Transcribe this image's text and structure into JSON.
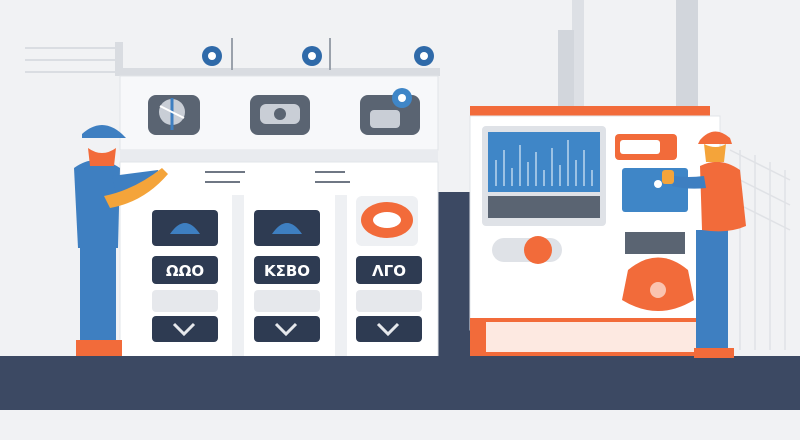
{
  "panel_labels": [
    "ΩΩΟ",
    "ΚΣΒΟ",
    "ΛΓΟ"
  ],
  "colors": {
    "background": "#f1f2f4",
    "floor": "#3c4963",
    "machine_body": "#ffffff",
    "panel_gray": "#e6e8ec",
    "accent_orange": "#f26b3a",
    "worker_blue": "#3e7fc1",
    "screen_blue": "#3f86c7",
    "dark_slate": "#2e3b52"
  },
  "icons": [
    "hard-hat-icon",
    "valve-icon",
    "gauge-icon",
    "wrench-icon"
  ]
}
